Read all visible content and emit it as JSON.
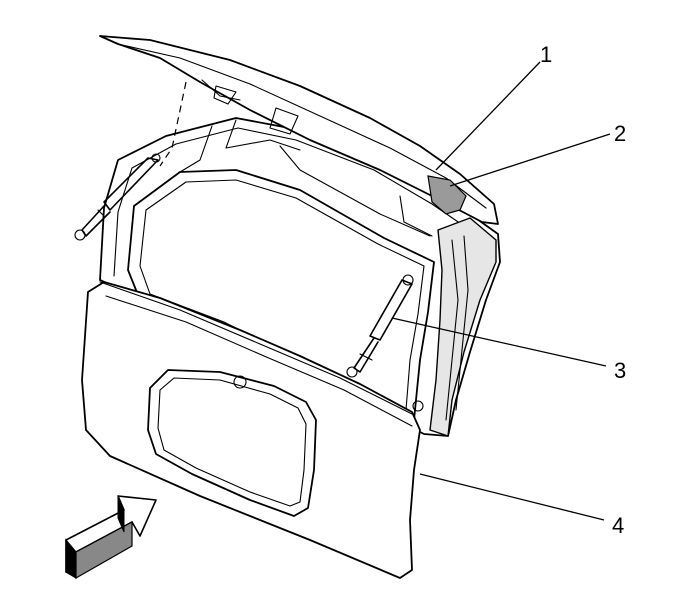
{
  "callouts": {
    "c1": "1",
    "c2": "2",
    "c3": "3",
    "c4": "4"
  },
  "colors": {
    "line": "#000000",
    "background": "#ffffff",
    "arrow_fill": "#888888"
  },
  "icons": {
    "view_arrow": "arrow-icon"
  }
}
